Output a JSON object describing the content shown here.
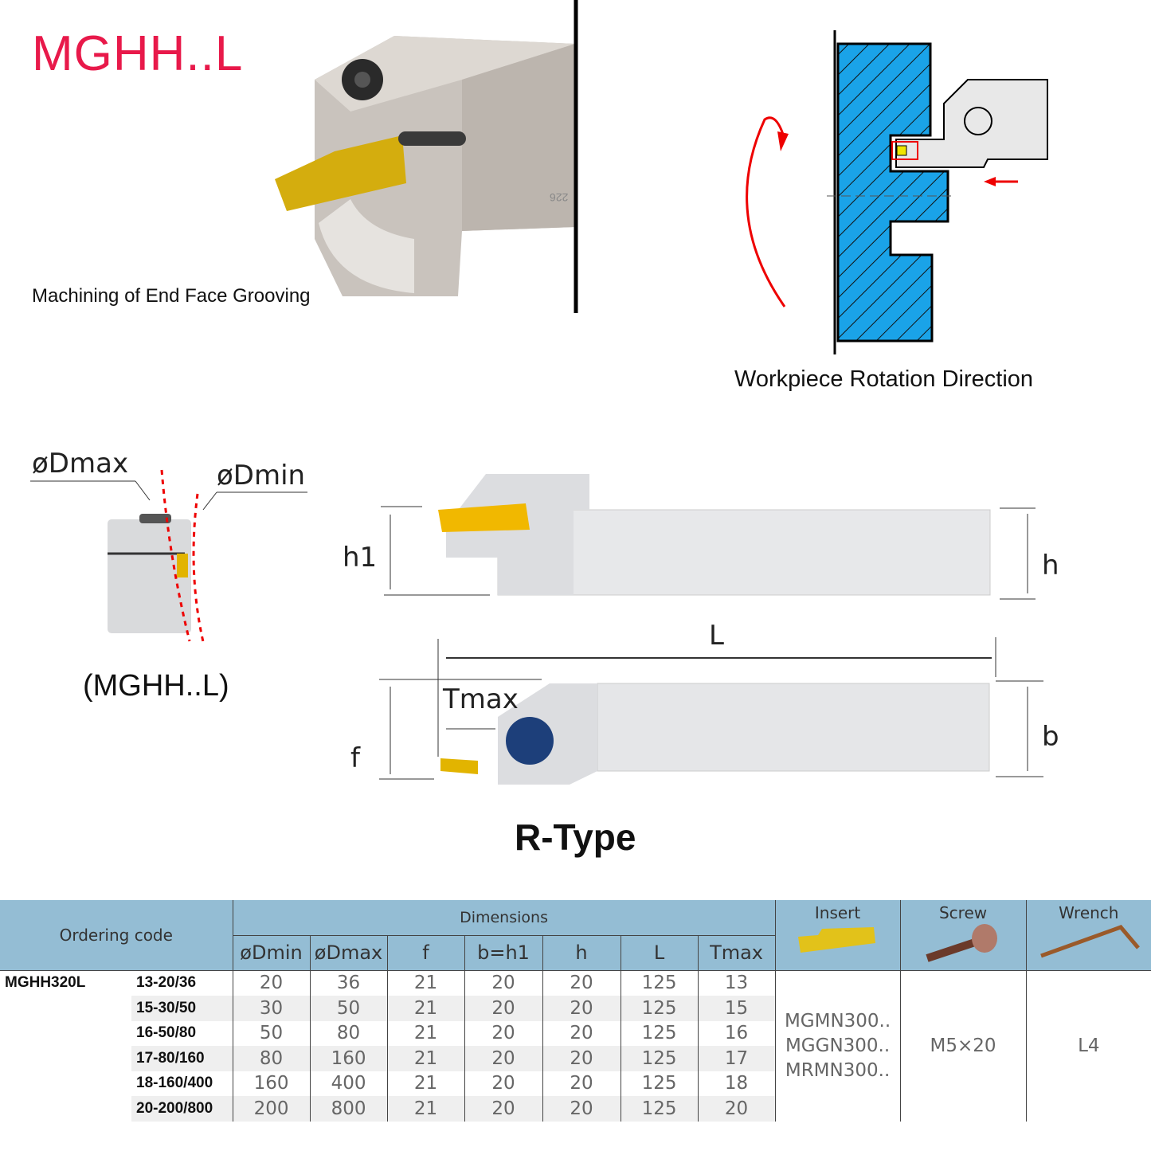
{
  "header": {
    "title": "MGHH..L",
    "photo_caption": "Machining of End Face Grooving",
    "diagram_caption": "Workpiece Rotation Direction"
  },
  "drawing": {
    "label_dmax": "øDmax",
    "label_dmin": "øDmin",
    "side_view_label": "(MGHH..L)",
    "label_h1": "h1",
    "label_h": "h",
    "label_L": "L",
    "label_Tmax": "Tmax",
    "label_f": "f",
    "label_b": "b",
    "type_label": "R-Type",
    "body_marking": "226"
  },
  "colors": {
    "title_red": "#e8194a",
    "header_blue": "#94bdd4",
    "workpiece_blue": "#1aa3e8",
    "insert_gold": "#e2b400"
  },
  "table": {
    "ordering_code_header": "Ordering code",
    "dimensions_header": "Dimensions",
    "columns": [
      "øDmin",
      "øDmax",
      "f",
      "b=h1",
      "h",
      "L",
      "Tmax"
    ],
    "insert_header": "Insert",
    "screw_header": "Screw",
    "wrench_header": "Wrench",
    "model": "MGHH320L",
    "rows": [
      {
        "code": "13-20/36",
        "values": [
          "20",
          "36",
          "21",
          "20",
          "20",
          "125",
          "13"
        ]
      },
      {
        "code": "15-30/50",
        "values": [
          "30",
          "50",
          "21",
          "20",
          "20",
          "125",
          "15"
        ]
      },
      {
        "code": "16-50/80",
        "values": [
          "50",
          "80",
          "21",
          "20",
          "20",
          "125",
          "16"
        ]
      },
      {
        "code": "17-80/160",
        "values": [
          "80",
          "160",
          "21",
          "20",
          "20",
          "125",
          "17"
        ]
      },
      {
        "code": "18-160/400",
        "values": [
          "160",
          "400",
          "21",
          "20",
          "20",
          "125",
          "18"
        ]
      },
      {
        "code": "20-200/800",
        "values": [
          "200",
          "800",
          "21",
          "20",
          "20",
          "125",
          "20"
        ]
      }
    ],
    "inserts": [
      "MGMN300..",
      "MGGN300..",
      "MRMN300.."
    ],
    "screw": "M5×20",
    "wrench": "L4"
  }
}
